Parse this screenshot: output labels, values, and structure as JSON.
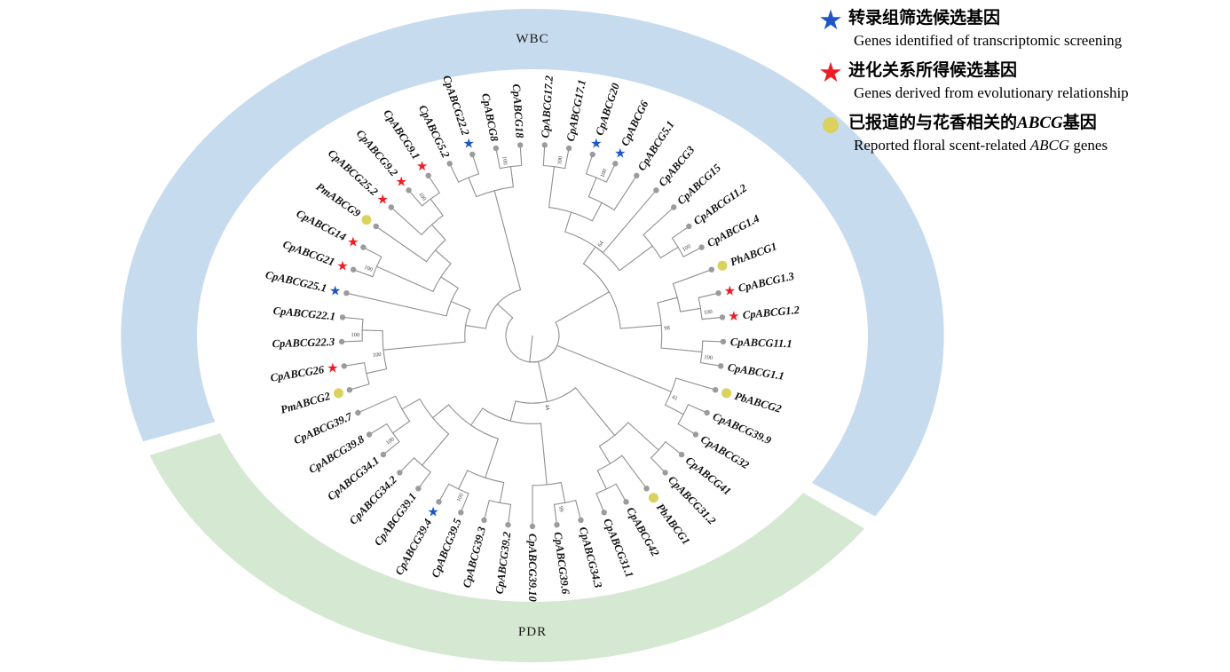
{
  "colors": {
    "blue_star": "#1e56c8",
    "red_star": "#ee1c25",
    "yellow_circle": "#d9d25e",
    "wbc_band": "#c7dbee",
    "pdr_band": "#d5e8d2",
    "branch": "#8f8f8f",
    "node_dot": "#9b9b9b",
    "label_text": "#111111"
  },
  "legend": {
    "items": [
      {
        "marker": "blue-star",
        "zh": "转录组筛选候选基因",
        "en": "Genes identified of transcriptomic screening"
      },
      {
        "marker": "red-star",
        "zh": "进化关系所得候选基因",
        "en": "Genes derived from evolutionary relationship"
      },
      {
        "marker": "yellow-circle",
        "zh_prefix": "已报道的与花香相关的",
        "zh_italic": "ABCG",
        "zh_suffix": "基因",
        "en_prefix": "Reported floral scent-related ",
        "en_italic": "ABCG",
        "en_suffix": " genes"
      }
    ]
  },
  "clades": [
    {
      "name": "WBC",
      "color": "#c7dbee"
    },
    {
      "name": "PDR",
      "color": "#d5e8d2"
    }
  ],
  "genes": [
    {
      "name": "CpABCG17.2",
      "marker": null,
      "clade": "WBC"
    },
    {
      "name": "CpABCG17.1",
      "marker": null,
      "clade": "WBC"
    },
    {
      "name": "CpABCG20",
      "marker": "blue-star",
      "clade": "WBC"
    },
    {
      "name": "CpABCG6",
      "marker": "blue-star",
      "clade": "WBC"
    },
    {
      "name": "CpABCG5.1",
      "marker": null,
      "clade": "WBC"
    },
    {
      "name": "CpABCG3",
      "marker": null,
      "clade": "WBC"
    },
    {
      "name": "CpABCG15",
      "marker": null,
      "clade": "WBC"
    },
    {
      "name": "CpABCG11.2",
      "marker": null,
      "clade": "WBC"
    },
    {
      "name": "CpABCG1.4",
      "marker": null,
      "clade": "WBC"
    },
    {
      "name": "PhABCG1",
      "marker": "yellow-circle",
      "clade": "WBC"
    },
    {
      "name": "CpABCG1.3",
      "marker": "red-star",
      "clade": "WBC"
    },
    {
      "name": "CpABCG1.2",
      "marker": "red-star",
      "clade": "WBC"
    },
    {
      "name": "CpABCG11.1",
      "marker": null,
      "clade": "WBC"
    },
    {
      "name": "CpABCG1.1",
      "marker": null,
      "clade": "WBC"
    },
    {
      "name": "PbABCG2",
      "marker": "yellow-circle",
      "clade": "WBC"
    },
    {
      "name": "CpABCG39.9",
      "marker": null,
      "clade": "WBC"
    },
    {
      "name": "CpABCG32",
      "marker": null,
      "clade": "WBC"
    },
    {
      "name": "CpABCG41",
      "marker": null,
      "clade": "PDR"
    },
    {
      "name": "CpABCG31.2",
      "marker": null,
      "clade": "PDR"
    },
    {
      "name": "PbABCG1",
      "marker": "yellow-circle",
      "clade": "PDR"
    },
    {
      "name": "CpABCG42",
      "marker": null,
      "clade": "PDR"
    },
    {
      "name": "CpABCG31.1",
      "marker": null,
      "clade": "PDR"
    },
    {
      "name": "CpABCG34.3",
      "marker": null,
      "clade": "PDR"
    },
    {
      "name": "CpABCG39.6",
      "marker": null,
      "clade": "PDR"
    },
    {
      "name": "CpABCG39.10",
      "marker": null,
      "clade": "PDR"
    },
    {
      "name": "CpABCG39.2",
      "marker": null,
      "clade": "PDR"
    },
    {
      "name": "CpABCG39.3",
      "marker": null,
      "clade": "PDR"
    },
    {
      "name": "CpABCG39.5",
      "marker": null,
      "clade": "PDR"
    },
    {
      "name": "CpABCG39.4",
      "marker": "blue-star",
      "clade": "PDR"
    },
    {
      "name": "CpABCG39.1",
      "marker": null,
      "clade": "PDR"
    },
    {
      "name": "CpABCG34.2",
      "marker": null,
      "clade": "PDR"
    },
    {
      "name": "CpABCG34.1",
      "marker": null,
      "clade": "PDR"
    },
    {
      "name": "CpABCG39.8",
      "marker": null,
      "clade": "PDR"
    },
    {
      "name": "CpABCG39.7",
      "marker": null,
      "clade": "PDR"
    },
    {
      "name": "PmABCG2",
      "marker": "yellow-circle",
      "clade": "WBC"
    },
    {
      "name": "CpABCG26",
      "marker": "red-star",
      "clade": "WBC"
    },
    {
      "name": "CpABCG22.3",
      "marker": null,
      "clade": "WBC"
    },
    {
      "name": "CpABCG22.1",
      "marker": null,
      "clade": "WBC"
    },
    {
      "name": "CpABCG25.1",
      "marker": "blue-star",
      "clade": "WBC"
    },
    {
      "name": "CpABCG21",
      "marker": "red-star",
      "clade": "WBC"
    },
    {
      "name": "CpABCG14",
      "marker": "red-star",
      "clade": "WBC"
    },
    {
      "name": "PmABCG9",
      "marker": "yellow-circle",
      "clade": "WBC"
    },
    {
      "name": "CpABCG25.2",
      "marker": "red-star",
      "clade": "WBC"
    },
    {
      "name": "CpABCG9.2",
      "marker": "red-star",
      "clade": "WBC"
    },
    {
      "name": "CpABCG9.1",
      "marker": "red-star",
      "clade": "WBC"
    },
    {
      "name": "CpABCG5.2",
      "marker": null,
      "clade": "WBC"
    },
    {
      "name": "CpABCG22.2",
      "marker": "blue-star",
      "clade": "WBC"
    },
    {
      "name": "CpABCG8",
      "marker": null,
      "clade": "WBC"
    },
    {
      "name": "CpABCG18",
      "marker": null,
      "clade": "WBC"
    }
  ],
  "tree": {
    "children": [
      {
        "children": [
          {
            "support": "64",
            "children": [
              {
                "children": [
                  {
                    "support": "100",
                    "children": [
                      "CpABCG17.2",
                      "CpABCG17.1"
                    ]
                  },
                  {
                    "children": [
                      {
                        "support": "100",
                        "children": [
                          "CpABCG20",
                          "CpABCG6"
                        ]
                      },
                      "CpABCG5.1"
                    ]
                  }
                ]
              },
              "CpABCG3",
              {
                "children": [
                  "CpABCG15",
                  {
                    "support": "100",
                    "children": [
                      "CpABCG11.2",
                      "CpABCG1.4"
                    ]
                  }
                ]
              }
            ]
          },
          {
            "support": "98",
            "children": [
              {
                "children": [
                  "PhABCG1",
                  {
                    "support": "100",
                    "children": [
                      "CpABCG1.3",
                      "CpABCG1.2"
                    ]
                  }
                ]
              },
              {
                "support": "100",
                "children": [
                  "CpABCG11.1",
                  "CpABCG1.1"
                ]
              }
            ]
          }
        ]
      },
      {
        "support": "41",
        "children": [
          "PbABCG2",
          {
            "children": [
              "CpABCG39.9",
              "CpABCG32"
            ]
          }
        ]
      },
      {
        "support": "44",
        "children": [
          {
            "children": [
              {
                "children": [
                  "CpABCG41",
                  "CpABCG31.2"
                ]
              },
              {
                "children": [
                  "PbABCG1",
                  {
                    "children": [
                      "CpABCG42",
                      "CpABCG31.1"
                    ]
                  }
                ]
              }
            ]
          },
          {
            "children": [
              {
                "children": [
                  {
                    "support": "99",
                    "children": [
                      "CpABCG34.3",
                      "CpABCG39.6"
                    ]
                  },
                  "CpABCG39.10"
                ]
              },
              {
                "children": [
                  {
                    "children": [
                      {
                        "children": [
                          "CpABCG39.2",
                          "CpABCG39.3"
                        ]
                      },
                      {
                        "support": "100",
                        "children": [
                          "CpABCG39.5",
                          "CpABCG39.4"
                        ]
                      }
                    ]
                  },
                  {
                    "children": [
                      {
                        "children": [
                          "CpABCG39.1",
                          "CpABCG34.2"
                        ]
                      },
                      {
                        "children": [
                          {
                            "support": "100",
                            "children": [
                              "CpABCG34.1",
                              "CpABCG39.8"
                            ]
                          },
                          "CpABCG39.7"
                        ]
                      }
                    ]
                  }
                ]
              }
            ]
          }
        ]
      },
      {
        "children": [
          {
            "children": [
              {
                "support": "100",
                "children": [
                  {
                    "children": [
                      "PmABCG2",
                      "CpABCG26"
                    ]
                  },
                  {
                    "support": "100",
                    "children": [
                      "CpABCG22.3",
                      "CpABCG22.1"
                    ]
                  }
                ]
              },
              {
                "children": [
                  "CpABCG25.1",
                  {
                    "children": [
                      {
                        "support": "100",
                        "children": [
                          "CpABCG21",
                          "CpABCG14"
                        ]
                      },
                      {
                        "children": [
                          "PmABCG9",
                          {
                            "children": [
                              "CpABCG25.2",
                              {
                                "support": "100",
                                "children": [
                                  "CpABCG9.2",
                                  "CpABCG9.1"
                                ]
                              }
                            ]
                          }
                        ]
                      }
                    ]
                  }
                ]
              }
            ]
          },
          {
            "children": [
              {
                "children": [
                  "CpABCG5.2",
                  "CpABCG22.2"
                ]
              },
              {
                "support": "100",
                "children": [
                  "CpABCG8",
                  "CpABCG18"
                ]
              }
            ]
          }
        ]
      }
    ]
  }
}
